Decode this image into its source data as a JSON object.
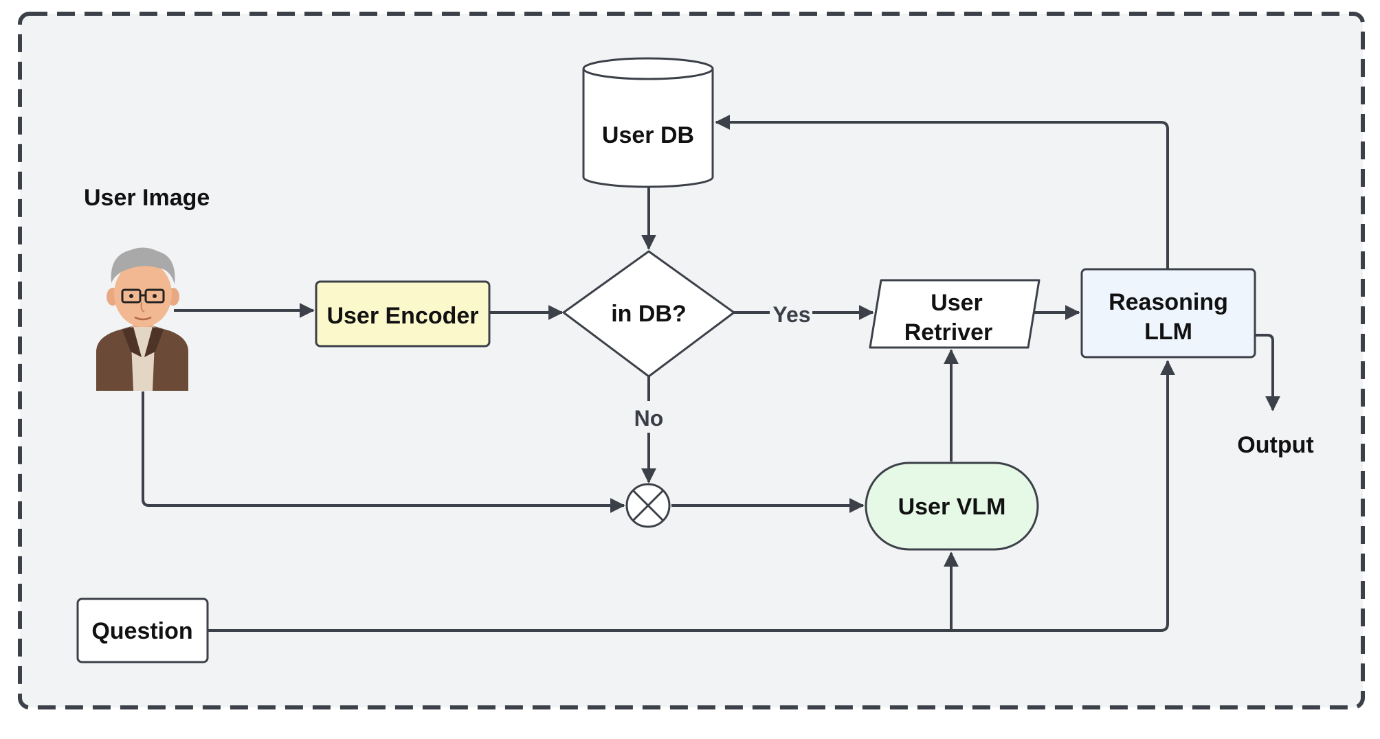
{
  "diagram": {
    "nodes": {
      "user_image": "User Image",
      "user_db": "User DB",
      "user_encoder": "User Encoder",
      "in_db": "in DB?",
      "user_retriver_line1": "User",
      "user_retriver_line2": "Retriver",
      "reasoning_llm_line1": "Reasoning",
      "reasoning_llm_line2": "LLM",
      "user_vlm": "User VLM",
      "question": "Question",
      "output": "Output"
    },
    "edges": {
      "yes": "Yes",
      "no": "No"
    },
    "colors": {
      "background": "#f2f3f5",
      "border": "#3c4048",
      "user_encoder_fill": "#fbf8cc",
      "reasoning_llm_fill": "#eef5fd",
      "user_vlm_fill": "#e6f8e6",
      "default_fill": "#ffffff"
    },
    "icons": {
      "user_avatar": "elderly-man-with-glasses",
      "combine": "multiply-circle-icon"
    }
  }
}
